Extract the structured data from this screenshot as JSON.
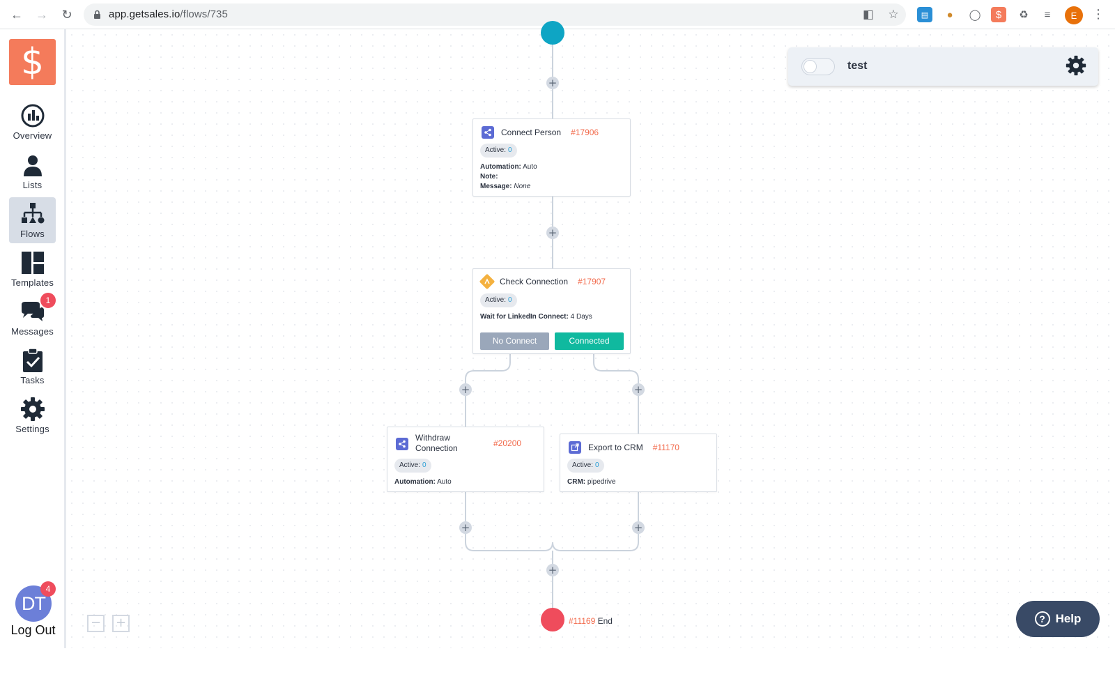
{
  "browser": {
    "url_host": "app.getsales.io",
    "url_path": "/flows/735",
    "profile_initial": "E"
  },
  "sidebar": {
    "logo_glyph": "$",
    "items": [
      {
        "label": "Overview",
        "icon": "overview-icon"
      },
      {
        "label": "Lists",
        "icon": "person-icon"
      },
      {
        "label": "Flows",
        "icon": "org-chart-icon",
        "active": true
      },
      {
        "label": "Templates",
        "icon": "grid-icon"
      },
      {
        "label": "Messages",
        "icon": "chat-icon",
        "badge": "1"
      },
      {
        "label": "Tasks",
        "icon": "clipboard-check-icon"
      },
      {
        "label": "Settings",
        "icon": "gear-icon"
      }
    ],
    "avatar_initials": "DT",
    "avatar_badge": "4",
    "logout_label": "Log Out"
  },
  "flow": {
    "name": "test",
    "enabled": false
  },
  "nodes": {
    "connect_person": {
      "title": "Connect Person",
      "id": "#17906",
      "active_label": "Active:",
      "active_value": "0",
      "automation_label": "Automation:",
      "automation_value": "Auto",
      "note_label": "Note:",
      "message_label": "Message:",
      "message_value": "None"
    },
    "check_connection": {
      "title": "Check Connection",
      "id": "#17907",
      "active_label": "Active:",
      "active_value": "0",
      "wait_label": "Wait for LinkedIn Connect:",
      "wait_value": "4 Days",
      "no_connect_label": "No Connect",
      "connected_label": "Connected"
    },
    "withdraw_connection": {
      "title_line1": "Withdraw",
      "title_line2": "Connection",
      "id": "#20200",
      "active_label": "Active:",
      "active_value": "0",
      "automation_label": "Automation:",
      "automation_value": "Auto"
    },
    "export_crm": {
      "title": "Export to CRM",
      "id": "#11170",
      "active_label": "Active:",
      "active_value": "0",
      "crm_label": "CRM:",
      "crm_value": "pipedrive"
    },
    "end": {
      "id": "#11169",
      "label": "End"
    }
  },
  "add_step_glyph": "+",
  "zoom": {
    "out_glyph": "−",
    "in_glyph": "+"
  },
  "help_label": "Help",
  "colors": {
    "brand": "#f47b5b",
    "start": "#0ea5c4",
    "end": "#ef4c5c",
    "connected": "#10b99f",
    "no_connect": "#9aa7ba",
    "node_id": "#f26a4b",
    "help_bg": "#394a66"
  }
}
